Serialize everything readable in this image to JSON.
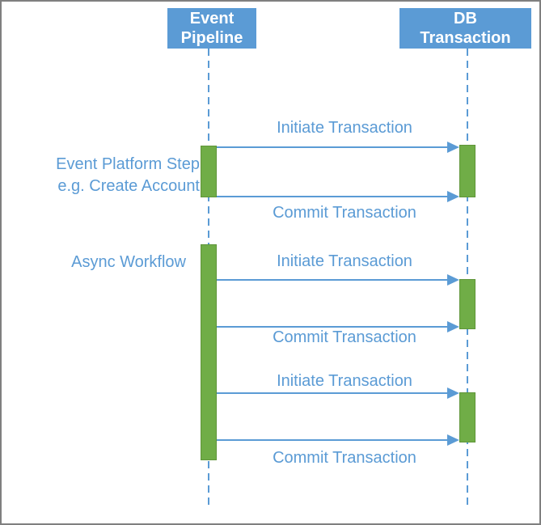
{
  "diagram_type": "sequence-diagram",
  "actors": [
    {
      "id": "event-pipeline",
      "line1": "Event",
      "line2": "Pipeline"
    },
    {
      "id": "db-transaction",
      "line1": "DB",
      "line2": "Transaction"
    }
  ],
  "annotations": [
    {
      "line1": "Event Platform Step",
      "line2": "e.g. Create Account"
    },
    {
      "line1": "Async Workflow"
    }
  ],
  "messages": [
    {
      "label": "Initiate Transaction",
      "from": "Event Pipeline",
      "to": "DB Transaction"
    },
    {
      "label": "Commit Transaction",
      "from": "Event Pipeline",
      "to": "DB Transaction"
    },
    {
      "label": "Initiate Transaction",
      "from": "Event Pipeline",
      "to": "DB Transaction"
    },
    {
      "label": "Commit Transaction",
      "from": "Event Pipeline",
      "to": "DB Transaction"
    },
    {
      "label": "Initiate Transaction",
      "from": "Event Pipeline",
      "to": "DB Transaction"
    },
    {
      "label": "Commit Transaction",
      "from": "Event Pipeline",
      "to": "DB Transaction"
    }
  ],
  "colors": {
    "accent_blue": "#5B9BD5",
    "activation_green": "#70AD47",
    "frame_gray": "#7f7f7f",
    "actor_text": "#ffffff"
  }
}
